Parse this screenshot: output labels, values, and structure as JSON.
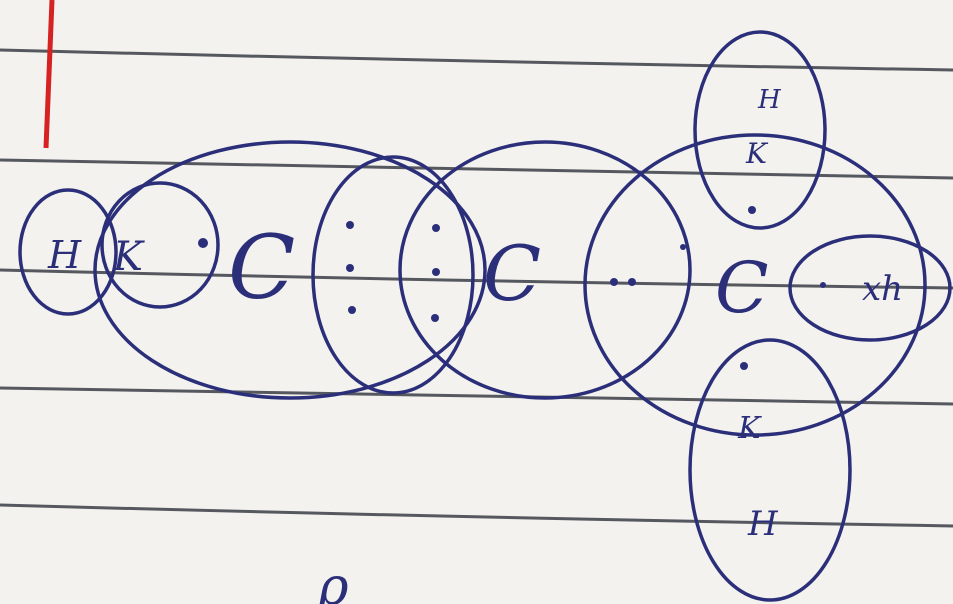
{
  "paper": {
    "background": "#f3f2ee",
    "rule_color": "#3a3d45",
    "margin_color": "#d62222"
  },
  "ink_color": "#2b2f7a",
  "labels": {
    "far_left_letter": "H",
    "left_k": "K",
    "right_label": "xh",
    "top_small_letter": "H",
    "top_k": "K",
    "bottom_k": "K",
    "bottom_letter": "H",
    "bottom_partial": "ρ"
  },
  "atom_symbols": {
    "c1": "C",
    "c2": "C",
    "c3": "C"
  }
}
